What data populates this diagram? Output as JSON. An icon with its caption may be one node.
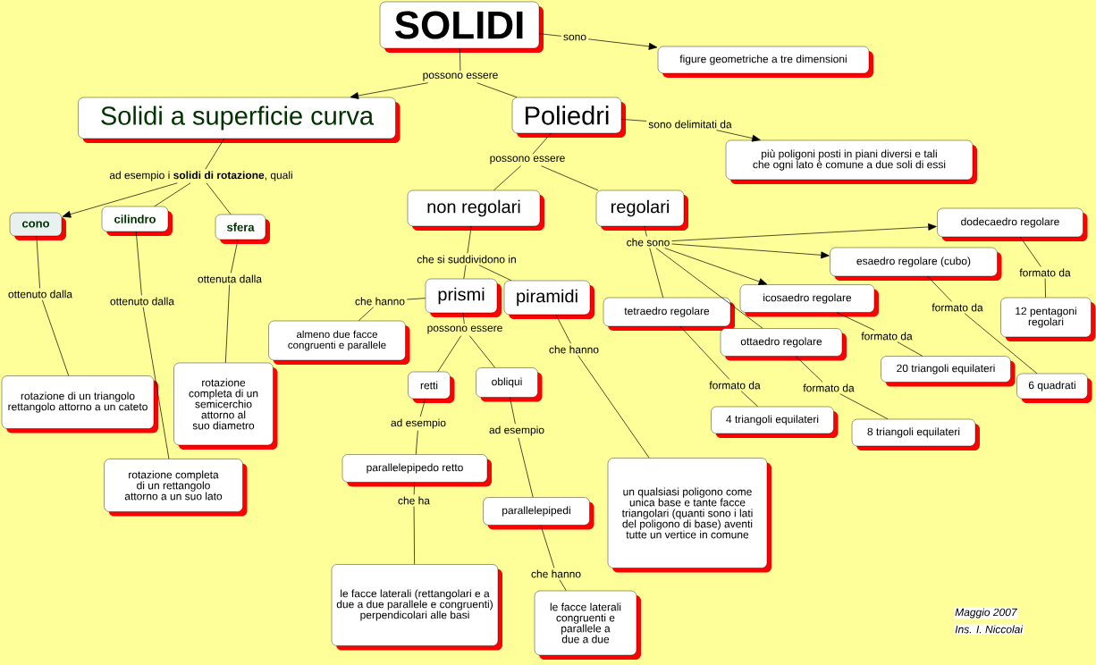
{
  "diagram": {
    "nodes": [
      {
        "text": [
          "SOLIDI"
        ]
      },
      {
        "text": [
          "figure geometriche a tre dimensioni"
        ]
      },
      {
        "text": [
          "Solidi a superficie curva"
        ]
      },
      {
        "text": [
          "Poliedri"
        ]
      },
      {
        "text": [
          "più poligoni posti in piani diversi e tali che ogni lato è comune a due soli di essi"
        ]
      },
      {
        "text": [
          "cono"
        ]
      },
      {
        "text": [
          "cilindro"
        ]
      },
      {
        "text": [
          "sfera"
        ]
      },
      {
        "text": [
          "non regolari"
        ]
      },
      {
        "text": [
          "regolari"
        ]
      },
      {
        "text": [
          "dodecaedro regolare"
        ]
      },
      {
        "text": [
          "esaedro regolare (cubo)"
        ]
      },
      {
        "text": [
          "prismi"
        ]
      },
      {
        "text": [
          "piramidi"
        ]
      },
      {
        "text": [
          "almeno due facce congruenti e parallele"
        ]
      },
      {
        "text": [
          "icosaedro regolare"
        ]
      },
      {
        "text": [
          "tetraedro regolare"
        ]
      },
      {
        "text": [
          "ottaedro regolare"
        ]
      },
      {
        "text": [
          "12 pentagoni regolari"
        ]
      },
      {
        "text": [
          "20 triangoli equilateri"
        ]
      },
      {
        "text": [
          "6 quadrati"
        ]
      },
      {
        "text": [
          "rotazione di un triangolo rettangolo attorno a un cateto"
        ]
      },
      {
        "text": [
          "rotazione completa di un semicerchio attorno al suo diametro"
        ]
      },
      {
        "text": [
          "retti"
        ]
      },
      {
        "text": [
          "obliqui"
        ]
      },
      {
        "text": [
          "4 triangoli equilateri"
        ]
      },
      {
        "text": [
          "8 triangoli equilateri"
        ]
      },
      {
        "text": [
          "parallelepipedo retto"
        ]
      },
      {
        "text": [
          "rotazione completa di un rettangolo attorno a un suo lato"
        ]
      },
      {
        "text": [
          "un qualsiasi poligono come unica base e tante facce triangolari (quanti sono i lati del poligono di base) aventi tutte un vertice in comune"
        ]
      },
      {
        "text": [
          "parallelepipedi"
        ]
      },
      {
        "text": [
          "le facce laterali (rettangolari e a due a due parallele e congruenti) perpendicolari alle basi"
        ]
      },
      {
        "text": [
          "le facce laterali congruenti e parallele a due a due"
        ]
      },
      {
        "text": [
          "sono"
        ]
      },
      {
        "text": [
          "possono essere"
        ]
      },
      {
        "text": [
          "sono delimitati da"
        ]
      },
      {
        "text": [
          "ad esempio i **solidi di rotazione**, quali"
        ]
      },
      {
        "text": [
          "possono essere"
        ]
      },
      {
        "text": [
          "ottenuto dalla"
        ]
      },
      {
        "text": [
          "ottenuto dalla"
        ]
      },
      {
        "text": [
          "ottenuta dalla"
        ]
      },
      {
        "text": [
          "che si suddividono in"
        ]
      },
      {
        "text": [
          "che sono"
        ]
      },
      {
        "text": [
          "formato da"
        ]
      },
      {
        "text": [
          "che hanno"
        ]
      },
      {
        "text": [
          "possono essere"
        ]
      },
      {
        "text": [
          "che hanno"
        ]
      },
      {
        "text": [
          "formato da"
        ]
      },
      {
        "text": [
          "formato da"
        ]
      },
      {
        "text": [
          "formato da"
        ]
      },
      {
        "text": [
          "formato da"
        ]
      },
      {
        "text": [
          "ad esempio"
        ]
      },
      {
        "text": [
          "ad esempio"
        ]
      },
      {
        "text": [
          "che ha"
        ]
      },
      {
        "text": [
          "che hanno"
        ]
      }
    ],
    "edges": [
      {
        "from": 0,
        "to": 33,
        "arrow": "none"
      },
      {
        "from": 33,
        "to": 1,
        "arrow": "to"
      },
      {
        "from": 0,
        "to": 34,
        "arrow": "none"
      },
      {
        "from": 34,
        "to": 2,
        "arrow": "to"
      },
      {
        "from": 34,
        "to": 3,
        "arrow": "none"
      },
      {
        "from": 3,
        "to": 35,
        "arrow": "none"
      },
      {
        "from": 35,
        "to": 4,
        "arrow": "to"
      },
      {
        "from": 3,
        "to": 37,
        "arrow": "none"
      },
      {
        "from": 37,
        "to": 8,
        "arrow": "none"
      },
      {
        "from": 37,
        "to": 9,
        "arrow": "none"
      },
      {
        "from": 2,
        "to": 36,
        "arrow": "none"
      },
      {
        "from": 36,
        "to": 5,
        "arrow": "to"
      },
      {
        "from": 36,
        "to": 6,
        "arrow": "none"
      },
      {
        "from": 36,
        "to": 7,
        "arrow": "none"
      },
      {
        "from": 5,
        "to": 38,
        "arrow": "none"
      },
      {
        "from": 38,
        "to": 21,
        "arrow": "none"
      },
      {
        "from": 6,
        "to": 39,
        "arrow": "none"
      },
      {
        "from": 39,
        "to": 28,
        "arrow": "none"
      },
      {
        "from": 7,
        "to": 40,
        "arrow": "none"
      },
      {
        "from": 40,
        "to": 22,
        "arrow": "none"
      },
      {
        "from": 8,
        "to": 41,
        "arrow": "none"
      },
      {
        "from": 41,
        "to": 12,
        "arrow": "none"
      },
      {
        "from": 41,
        "to": 13,
        "arrow": "none"
      },
      {
        "from": 9,
        "to": 42,
        "arrow": "none"
      },
      {
        "from": 42,
        "to": 10,
        "arrow": "to"
      },
      {
        "from": 42,
        "to": 11,
        "arrow": "to"
      },
      {
        "from": 42,
        "to": 15,
        "arrow": "to"
      },
      {
        "from": 42,
        "to": 16,
        "arrow": "none"
      },
      {
        "from": 42,
        "to": 17,
        "arrow": "none"
      },
      {
        "from": 10,
        "to": 43,
        "arrow": "none"
      },
      {
        "from": 43,
        "to": 18,
        "arrow": "none"
      },
      {
        "from": 12,
        "to": 44,
        "arrow": "none"
      },
      {
        "from": 44,
        "to": 14,
        "arrow": "none"
      },
      {
        "from": 12,
        "to": 45,
        "arrow": "none"
      },
      {
        "from": 45,
        "to": 23,
        "arrow": "none"
      },
      {
        "from": 45,
        "to": 24,
        "arrow": "none"
      },
      {
        "from": 13,
        "to": 46,
        "arrow": "none"
      },
      {
        "from": 46,
        "to": 29,
        "arrow": "none"
      },
      {
        "from": 11,
        "to": 47,
        "arrow": "none"
      },
      {
        "from": 47,
        "to": 20,
        "arrow": "none"
      },
      {
        "from": 15,
        "to": 48,
        "arrow": "none"
      },
      {
        "from": 48,
        "to": 19,
        "arrow": "none"
      },
      {
        "from": 16,
        "to": 49,
        "arrow": "none"
      },
      {
        "from": 49,
        "to": 25,
        "arrow": "none"
      },
      {
        "from": 17,
        "to": 50,
        "arrow": "none"
      },
      {
        "from": 50,
        "to": 26,
        "arrow": "none"
      },
      {
        "from": 23,
        "to": 51,
        "arrow": "none"
      },
      {
        "from": 51,
        "to": 27,
        "arrow": "none"
      },
      {
        "from": 24,
        "to": 52,
        "arrow": "none"
      },
      {
        "from": 52,
        "to": 30,
        "arrow": "none"
      },
      {
        "from": 27,
        "to": 53,
        "arrow": "none"
      },
      {
        "from": 53,
        "to": 31,
        "arrow": "none"
      },
      {
        "from": 30,
        "to": 54,
        "arrow": "none"
      },
      {
        "from": 54,
        "to": 32,
        "arrow": "none"
      }
    ],
    "labels": [
      "Maggio 2007",
      "Ins. I. Niccolai"
    ]
  }
}
